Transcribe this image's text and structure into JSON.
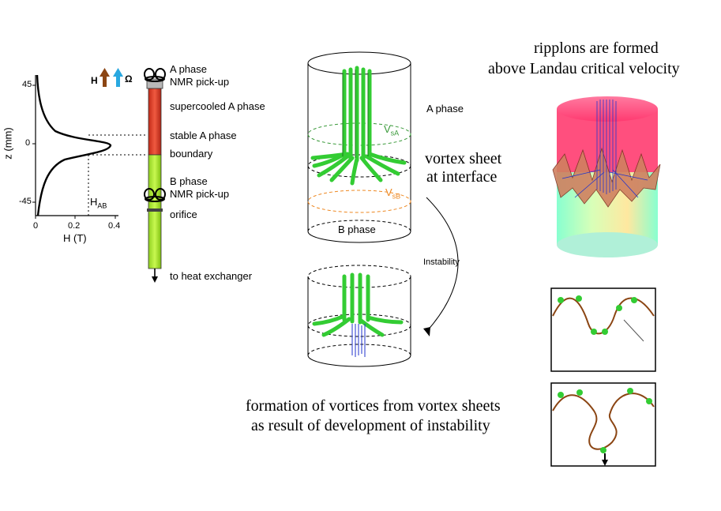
{
  "plot": {
    "ylabel": "z (mm)",
    "xlabel": "H (T)",
    "yticks": [
      "45",
      "0",
      "-45"
    ],
    "xticks": [
      "0",
      "0.2",
      "0.4"
    ],
    "hab_label": "H",
    "hab_sub": "AB"
  },
  "legend": {
    "h": "H",
    "omega": "Ω",
    "h_color": "#8b4513",
    "omega_color": "#29a8e0"
  },
  "column_labels": {
    "a_phase": "A phase",
    "nmr_top": "NMR pick-up",
    "supercooled": "supercooled A phase",
    "stable": "stable A phase",
    "boundary": "boundary",
    "b_phase": "B phase",
    "nmr_bottom": "NMR pick-up",
    "orifice": "orifice",
    "heat_exchanger": "to heat exchanger"
  },
  "cylinder": {
    "a_phase": "A phase",
    "vsa": "V",
    "vsa_sub": "sA",
    "vsb": "V",
    "vsb_sub": "sB",
    "b_phase": "B phase",
    "instability": "Instability"
  },
  "captions": {
    "vortex_sheet_1": "vortex sheet",
    "vortex_sheet_2": "at interface",
    "ripplons_1": "ripplons are formed",
    "ripplons_2": "above Landau critical velocity",
    "formation_1": "formation of vortices from vortex sheets",
    "formation_2": "as result of development of instability"
  },
  "colors": {
    "a_phase_red": "#e8412c",
    "b_phase_green": "#b8f03a",
    "vortex_green": "#33cc33",
    "vortex_blue": "#2233cc",
    "vsa_color": "#3a9a3a",
    "vsb_color": "#ee8822"
  }
}
